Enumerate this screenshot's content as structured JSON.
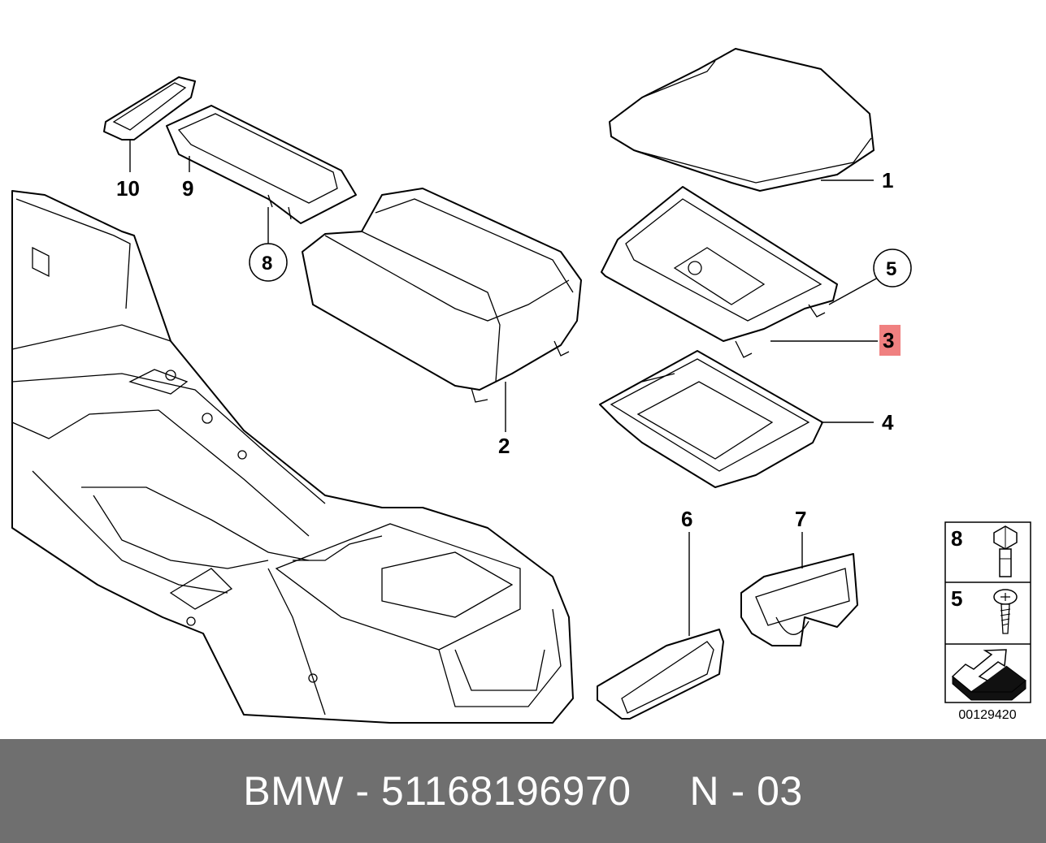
{
  "diagram": {
    "callouts": [
      {
        "id": "1",
        "label": "1"
      },
      {
        "id": "2",
        "label": "2"
      },
      {
        "id": "3",
        "label": "3",
        "highlight": "#f08080"
      },
      {
        "id": "4",
        "label": "4"
      },
      {
        "id": "5",
        "label": "5"
      },
      {
        "id": "6",
        "label": "6"
      },
      {
        "id": "7",
        "label": "7"
      },
      {
        "id": "8",
        "label": "8"
      },
      {
        "id": "9",
        "label": "9"
      },
      {
        "id": "10",
        "label": "10"
      }
    ],
    "legend": {
      "bolt_label": "8",
      "screw_label": "5"
    },
    "drawing_number": "00129420"
  },
  "banner": {
    "text": "BMW - 51168196970     N - 03",
    "background": "#6f6f6f",
    "color": "#ffffff"
  }
}
